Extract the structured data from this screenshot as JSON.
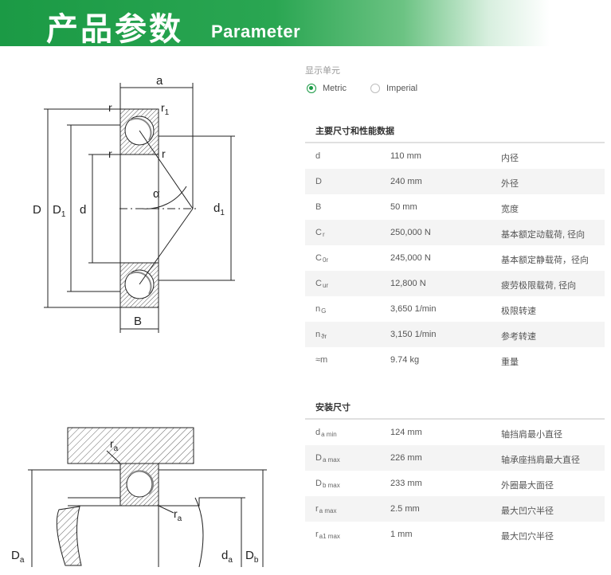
{
  "header": {
    "title_cn": "产品参数",
    "title_en": "Parameter"
  },
  "units": {
    "label": "显示单元",
    "metric": "Metric",
    "imperial": "Imperial",
    "selected": "metric"
  },
  "main_dimensions": {
    "title": "主要尺寸和性能数据",
    "rows": [
      {
        "symbol": "d",
        "sub": "",
        "value": "110 mm",
        "desc": "内径"
      },
      {
        "symbol": "D",
        "sub": "",
        "value": "240 mm",
        "desc": "外径"
      },
      {
        "symbol": "B",
        "sub": "",
        "value": "50 mm",
        "desc": "宽度"
      },
      {
        "symbol": "C",
        "sub": "r",
        "value": "250,000 N",
        "desc": "基本额定动载荷, 径向"
      },
      {
        "symbol": "C",
        "sub": "0r",
        "value": "245,000 N",
        "desc": "基本额定静载荷，径向"
      },
      {
        "symbol": "C",
        "sub": "ur",
        "value": "12,800 N",
        "desc": "疲劳极限载荷, 径向"
      },
      {
        "symbol": "n",
        "sub": "G",
        "value": "3,650 1/min",
        "desc": "极限转速"
      },
      {
        "symbol": "n",
        "sub": "ϑr",
        "value": "3,150 1/min",
        "desc": "参考转速"
      },
      {
        "symbol": "≈m",
        "sub": "",
        "value": "9.74 kg",
        "desc": "重量"
      }
    ]
  },
  "mounting_dimensions": {
    "title": "安装尺寸",
    "rows": [
      {
        "symbol": "d",
        "sub": "a min",
        "value": "124 mm",
        "desc": "轴挡肩最小直径"
      },
      {
        "symbol": "D",
        "sub": "a max",
        "value": "226 mm",
        "desc": "轴承座挡肩最大直径"
      },
      {
        "symbol": "D",
        "sub": "b max",
        "value": "233 mm",
        "desc": "外圈最大面径"
      },
      {
        "symbol": "r",
        "sub": "a max",
        "value": "2.5 mm",
        "desc": "最大凹穴半径"
      },
      {
        "symbol": "r",
        "sub": "a1 max",
        "value": "1 mm",
        "desc": "最大凹穴半径"
      }
    ]
  },
  "diagram_top": {
    "a": "a",
    "r": "r",
    "r1": "r",
    "r1_sub": "1",
    "D": "D",
    "D1": "D",
    "D1_sub": "1",
    "d": "d",
    "d1": "d",
    "d1_sub": "1",
    "alpha": "α",
    "B": "B"
  },
  "diagram_bottom": {
    "ra": "r",
    "ra_sub": "a",
    "Da": "D",
    "Da_sub": "a",
    "da": "d",
    "da_sub": "a",
    "Db": "D",
    "Db_sub": "b"
  },
  "colors": {
    "brand_green": "#1b9a45",
    "row_alt": "#f4f4f4"
  }
}
